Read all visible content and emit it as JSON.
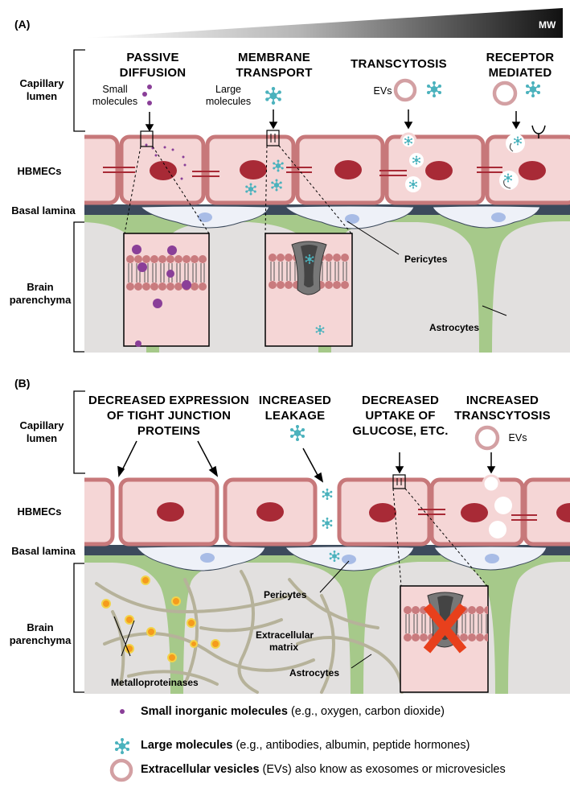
{
  "panel_a": {
    "label": "(A)",
    "gradient_label": "MW",
    "side_labels": {
      "capillary_lumen": "Capillary lumen",
      "hbmecs": "HBMECs",
      "basal_lamina": "Basal lamina",
      "brain_parenchyma": "Brain parenchyma"
    },
    "mechanisms": [
      {
        "title": "PASSIVE DIFFUSION",
        "sub": "Small molecules"
      },
      {
        "title": "MEMBRANE TRANSPORT",
        "sub": "Large molecules"
      },
      {
        "title": "TRANSCYTOSIS",
        "sub": "EVs"
      },
      {
        "title": "RECEPTOR MEDIATED",
        "sub": ""
      }
    ],
    "labels": {
      "pericytes": "Pericytes",
      "astrocytes": "Astrocytes"
    }
  },
  "panel_b": {
    "label": "(B)",
    "side_labels": {
      "capillary_lumen": "Capillary lumen",
      "hbmecs": "HBMECs",
      "basal_lamina": "Basal lamina",
      "brain_parenchyma": "Brain parenchyma"
    },
    "effects": [
      {
        "title": "DECREASED EXPRESSION OF TIGHT JUNCTION PROTEINS"
      },
      {
        "title": "INCREASED LEAKAGE"
      },
      {
        "title": "DECREASED UPTAKE OF GLUCOSE, ETC."
      },
      {
        "title": "INCREASED TRANSCYTOSIS",
        "sub": "EVs"
      }
    ],
    "labels": {
      "pericytes": "Pericytes",
      "extracellular_matrix": "Extracellular matrix",
      "astrocytes": "Astrocytes",
      "metalloproteinases": "Metalloproteinases"
    }
  },
  "legend": [
    {
      "bold": "Small inorganic molecules",
      "rest": " (e.g., oxygen, carbon dioxide)",
      "icon": "small-molecule-dot"
    },
    {
      "bold": "Large molecules",
      "rest": " (e.g., antibodies, albumin, peptide hormones)",
      "icon": "large-molecule-star"
    },
    {
      "bold": "Extracellular vesicles",
      "rest": " (EVs) also know as exosomes or microvesicles",
      "icon": "vesicle-ring"
    }
  ],
  "colors": {
    "cell_fill": "#f5d6d6",
    "cell_border": "#c7787a",
    "nucleus": "#a82a36",
    "basal_lamina": "#3c4a5c",
    "pericyte": "#eef1f8",
    "pericyte_nucleus": "#a8bce6",
    "astrocyte": "#a6c98a",
    "parenchyma": "#e2e0df",
    "small_molecule": "#8a3f98",
    "large_molecule": "#4bb2bd",
    "vesicle_ring": "#d3a0a3",
    "metalloproteinase": "#f59b1d",
    "blocked_x": "#e8401c"
  }
}
